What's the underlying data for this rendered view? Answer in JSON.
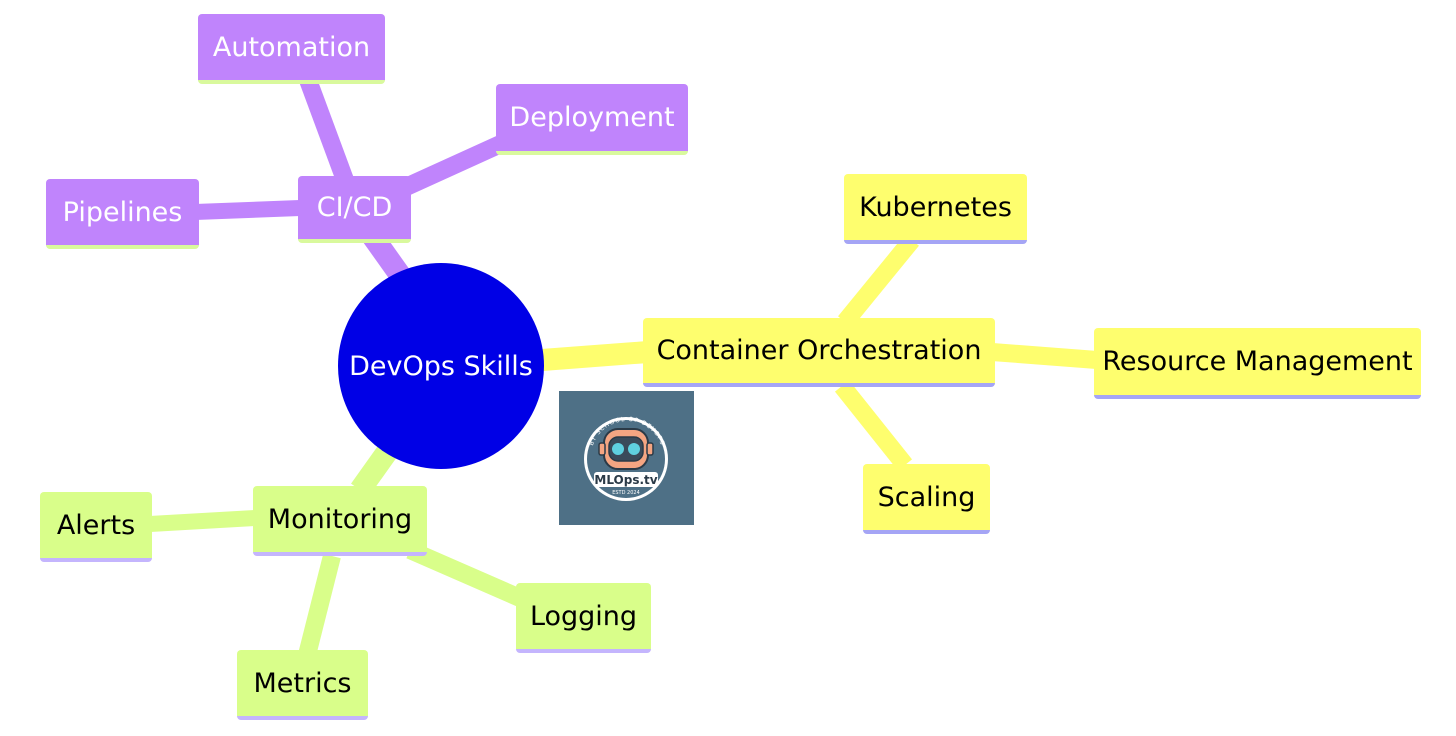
{
  "mindmap": {
    "root": "DevOps Skills",
    "branches": [
      {
        "name": "CI/CD",
        "color": "#c084fc",
        "children": [
          "Automation",
          "Deployment",
          "Pipelines"
        ]
      },
      {
        "name": "Container Orchestration",
        "color": "#fefe6e",
        "children": [
          "Kubernetes",
          "Resource Management",
          "Scaling"
        ]
      },
      {
        "name": "Monitoring",
        "color": "#d9fe8a",
        "children": [
          "Alerts",
          "Logging",
          "Metrics"
        ]
      }
    ]
  },
  "logo": {
    "arc_text": "BY SCHOOL OF DEVOPS",
    "name": "MLOps.tv",
    "estd": "ESTD 2024",
    "icon": "robot-head-icon"
  },
  "colors": {
    "root": "#0000e6",
    "purple": "#c084fc",
    "yellow": "#fefe6e",
    "green": "#d9fe8a",
    "logo_bg": "#4e7086"
  }
}
